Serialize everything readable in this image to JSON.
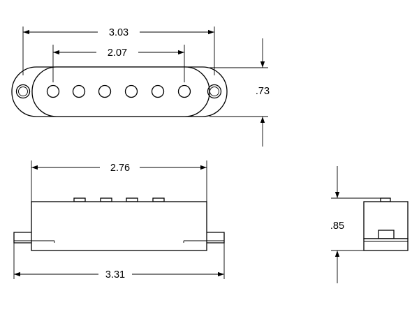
{
  "dimensions": {
    "top_overall_length": "3.03",
    "top_pole_span": "2.07",
    "top_height": ".73",
    "front_body_length": "2.76",
    "front_overall_length": "3.31",
    "side_height": ".85"
  },
  "top_view": {
    "pole_piece_count": 6,
    "mounting_hole_count": 2
  },
  "front_view": {
    "visible_pole_tops": 4
  }
}
